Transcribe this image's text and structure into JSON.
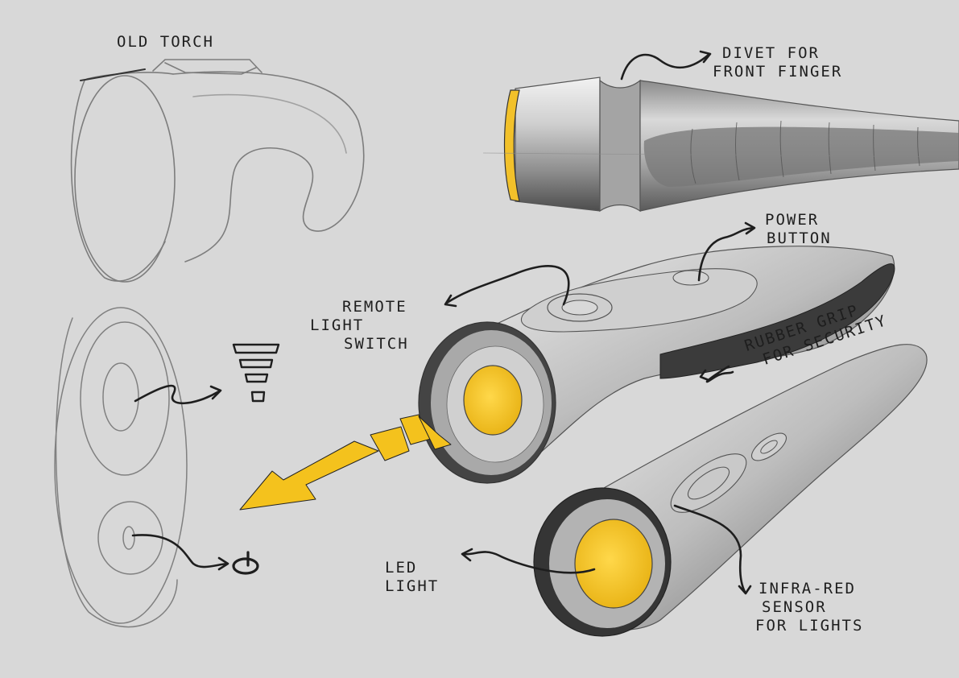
{
  "annotations": {
    "old_torch": "Old Torch",
    "divet": [
      "Divet for",
      "Front Finger"
    ],
    "power_button": [
      "Power",
      "Button"
    ],
    "remote_switch": [
      "Remote",
      "Light",
      "Switch"
    ],
    "rubber_grip": [
      "Rubber Grip",
      "for Security"
    ],
    "led_light": [
      "LED",
      "Light"
    ],
    "infra_red": [
      "Infra-Red",
      "Sensor",
      "for Lights"
    ]
  },
  "colors": {
    "background": "#d8d8d8",
    "accent_yellow": "#f4c21d",
    "pencil": "#7a7a7a",
    "ink": "#1e1e1e",
    "metal_light": "#e6e6e6",
    "metal_dark": "#4a4a4a"
  },
  "icons": [
    "signal-bars-icon",
    "power-symbol-icon"
  ]
}
